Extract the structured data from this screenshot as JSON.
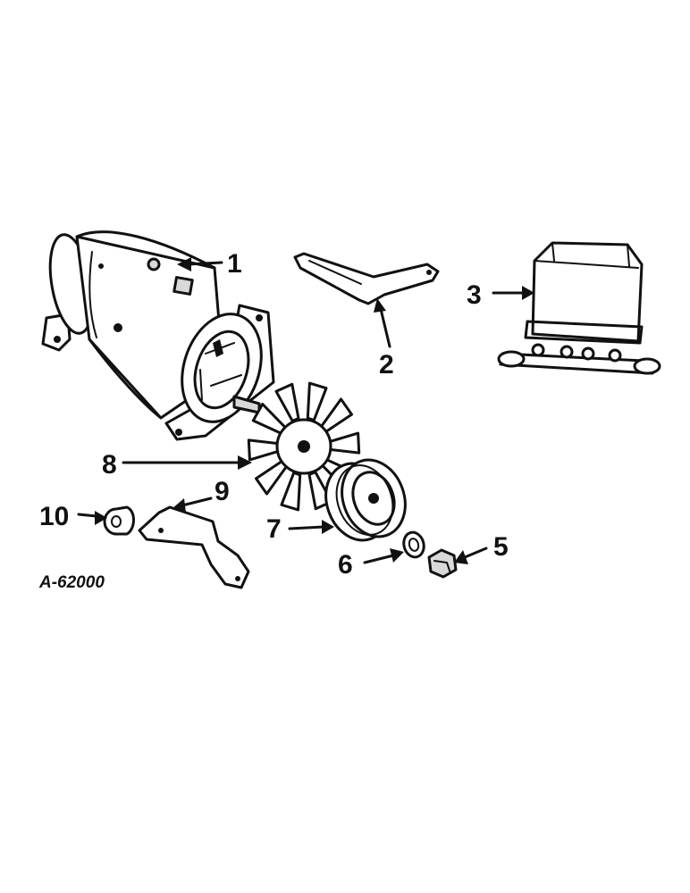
{
  "diagram": {
    "drawing_code": "A-62000",
    "callouts": [
      {
        "id": "1",
        "label": "1"
      },
      {
        "id": "2",
        "label": "2"
      },
      {
        "id": "3",
        "label": "3"
      },
      {
        "id": "5",
        "label": "5"
      },
      {
        "id": "6",
        "label": "6"
      },
      {
        "id": "7",
        "label": "7"
      },
      {
        "id": "8",
        "label": "8"
      },
      {
        "id": "9",
        "label": "9"
      },
      {
        "id": "10",
        "label": "10"
      }
    ]
  }
}
